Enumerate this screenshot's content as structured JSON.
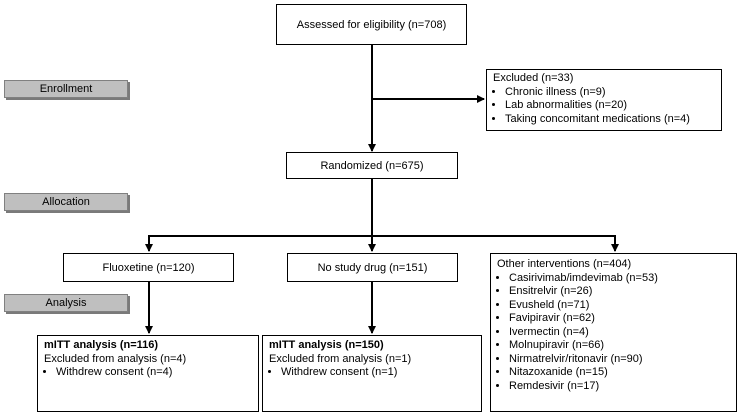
{
  "stages": {
    "enrollment": "Enrollment",
    "allocation": "Allocation",
    "analysis": "Analysis"
  },
  "assessed": "Assessed for eligibility (n=708)",
  "excluded": {
    "title": "Excluded (n=33)",
    "items": [
      "Chronic illness (n=9)",
      "Lab abnormalities (n=20)",
      "Taking concomitant medications (n=4)"
    ]
  },
  "randomized": "Randomized (n=675)",
  "arms": {
    "fluoxetine": "Fluoxetine (n=120)",
    "no_drug": "No study drug (n=151)",
    "other": {
      "title": "Other interventions (n=404)",
      "items": [
        "Casirivimab/imdevimab (n=53)",
        "Ensitrelvir (n=26)",
        "Evusheld (n=71)",
        "Favipiravir (n=62)",
        "Ivermectin (n=4)",
        "Molnupiravir (n=66)",
        "Nirmatrelvir/ritonavir (n=90)",
        "Nitazoxanide (n=15)",
        "Remdesivir (n=17)"
      ]
    }
  },
  "analysis_fluoxetine": {
    "label": "mITT analysis",
    "count": " (n=116)",
    "excluded": "Excluded from analysis (n=4)",
    "items": [
      "Withdrew consent (n=4)"
    ]
  },
  "analysis_no_drug": {
    "label": "mITT analysis",
    "count": " (n=150)",
    "excluded": "Excluded from analysis (n=1)",
    "items": [
      "Withdrew consent (n=1)"
    ]
  }
}
